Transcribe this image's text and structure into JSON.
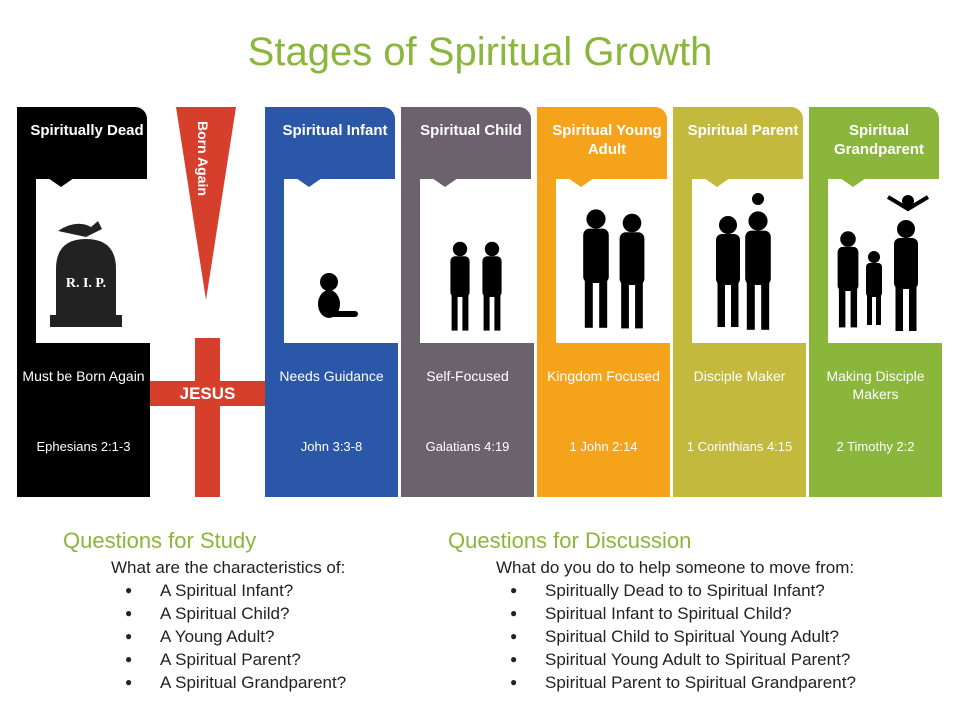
{
  "title": "Stages of Spiritual Growth",
  "born_again": "Born Again",
  "jesus": "JESUS",
  "stages": [
    {
      "name": "Spiritually Dead",
      "desc": "Must be Born Again",
      "ref": "Ephesians 2:1-3",
      "color": "#000000",
      "icon": "tombstone-icon",
      "rip": "R. I. P."
    },
    {
      "name": "Spiritual Infant",
      "desc": "Needs Guidance",
      "ref": "John 3:3-8",
      "color": "#2b57a8",
      "icon": "baby-icon"
    },
    {
      "name": "Spiritual Child",
      "desc": "Self-Focused",
      "ref": "Galatians 4:19",
      "color": "#6b626e",
      "icon": "children-icon"
    },
    {
      "name": "Spiritual Young Adult",
      "desc": "Kingdom Focused",
      "ref": "1 John 2:14",
      "color": "#f6a31c",
      "icon": "couple-icon"
    },
    {
      "name": "Spiritual Parent",
      "desc": "Disciple Maker",
      "ref": "1 Corinthians 4:15",
      "color": "#c3b93c",
      "icon": "parents-icon"
    },
    {
      "name": "Spiritual Grandparent",
      "desc": "Making Disciple Makers",
      "ref": "2 Timothy 2:2",
      "color": "#8ab63c",
      "icon": "family-icon"
    }
  ],
  "study": {
    "heading": "Questions for Study",
    "lead": "What are the characteristics of:",
    "items": [
      "A Spiritual Infant?",
      "A Spiritual Child?",
      "A Young Adult?",
      "A Spiritual Parent?",
      "A Spiritual Grandparent?"
    ]
  },
  "discussion": {
    "heading": "Questions for Discussion",
    "lead": "What do you do to help someone to move from:",
    "items": [
      "Spiritually Dead to to Spiritual Infant?",
      "Spiritual Infant to Spiritual Child?",
      "Spiritual Child to Spiritual Young Adult?",
      "Spiritual Young Adult to Spiritual Parent?",
      "Spiritual Parent to Spiritual Grandparent?"
    ]
  }
}
